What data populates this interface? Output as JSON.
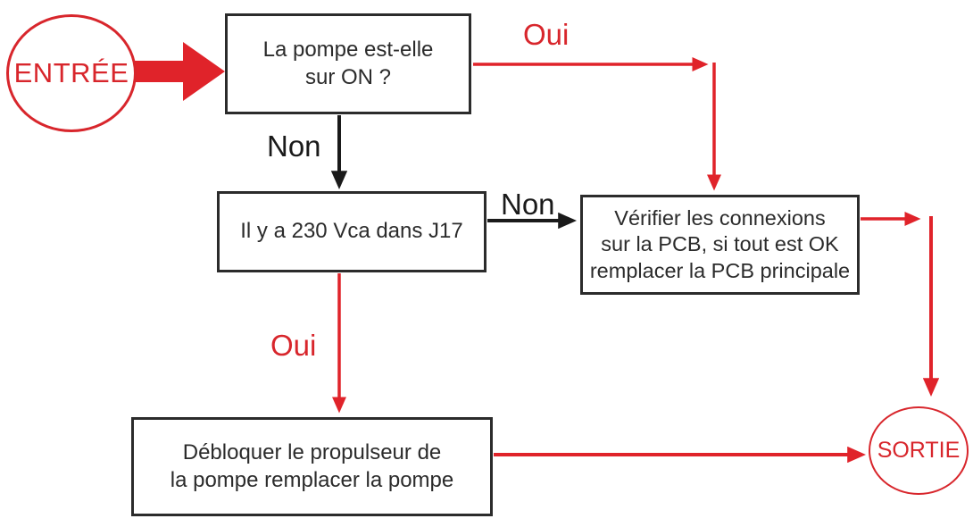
{
  "diagram": {
    "title": "Pump troubleshooting flowchart",
    "language": "fr",
    "palette": {
      "accent_red": "#d8262c",
      "arrow_red": "#e0232a",
      "line_black": "#1a1a1a",
      "box_border": "#2b2b2b",
      "background": "#ffffff"
    },
    "nodes": {
      "entry": {
        "type": "terminal",
        "label": "ENTRÉE"
      },
      "pump_on": {
        "type": "decision-box",
        "lines": {
          "0": "La pompe est-elle",
          "1": "sur ON ?"
        }
      },
      "voltage": {
        "type": "decision-box",
        "lines": {
          "0": "Il y a 230 Vca dans J17"
        }
      },
      "check_pcb": {
        "type": "action-box",
        "lines": {
          "0": "Vérifier les connexions",
          "1": "sur la PCB, si tout est OK",
          "2": "remplacer la PCB principale"
        }
      },
      "unblock": {
        "type": "action-box",
        "lines": {
          "0": "Débloquer le propulseur de",
          "1": "la pompe remplacer la pompe"
        }
      },
      "exit": {
        "type": "terminal",
        "label": "SORTIE"
      }
    },
    "edges": {
      "entry_to_pump_on": {
        "label": "",
        "color": "red",
        "style": "block-arrow"
      },
      "pump_on_to_check_pcb": {
        "label": "Oui",
        "color": "red"
      },
      "pump_on_to_voltage": {
        "label": "Non",
        "color": "black"
      },
      "voltage_to_check_pcb": {
        "label": "Non",
        "color": "black"
      },
      "voltage_to_unblock": {
        "label": "Oui",
        "color": "red"
      },
      "check_pcb_to_exit": {
        "label": "",
        "color": "red"
      },
      "unblock_to_exit": {
        "label": "",
        "color": "red"
      }
    }
  }
}
